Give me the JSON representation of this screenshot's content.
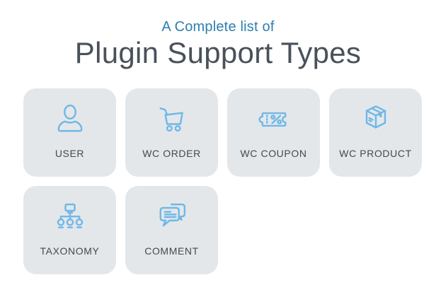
{
  "header": {
    "subtitle": "A Complete list of",
    "title": "Plugin Support Types"
  },
  "cards": [
    {
      "label": "USER",
      "icon": "user-icon"
    },
    {
      "label": "WC ORDER",
      "icon": "shopping-cart-icon"
    },
    {
      "label": "WC COUPON",
      "icon": "coupon-icon"
    },
    {
      "label": "WC PRODUCT",
      "icon": "product-box-icon"
    },
    {
      "label": "TAXONOMY",
      "icon": "taxonomy-icon"
    },
    {
      "label": "COMMENT",
      "icon": "comment-icon"
    }
  ],
  "colors": {
    "page_bg": "#ffffff",
    "card_bg": "#e4e7ea",
    "accent_blue": "#70b8e6",
    "subtitle_blue": "#2e7fae",
    "title_gray": "#4a515b",
    "label_gray": "#43494f"
  }
}
